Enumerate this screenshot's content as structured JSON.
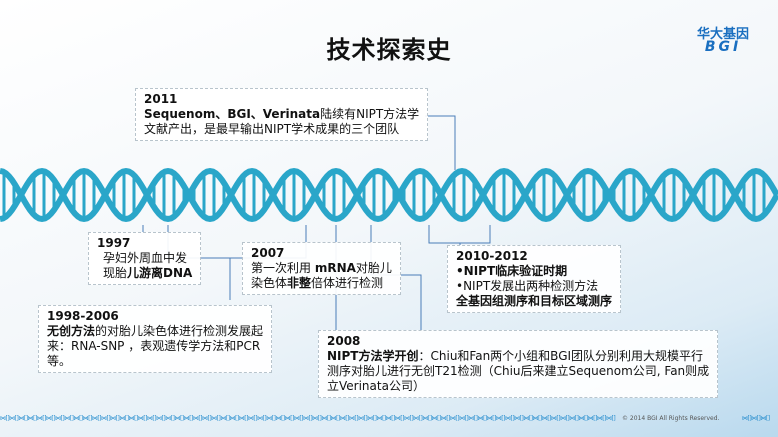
{
  "title": "技术探索史",
  "logo": {
    "cn": "华大基因",
    "en": "BGI"
  },
  "colors": {
    "dna": "#2aa6c9",
    "line": "#4a7db8"
  },
  "events": {
    "e2011": {
      "year": "2011",
      "l1b": "Sequenom、BGI、Verinata",
      "l1": "陆续有NIPT方法学",
      "l2": "文献产出，是最早输出NIPT学术成果的三个团队"
    },
    "e1997": {
      "year": "1997",
      "l1": "孕妇外周血中发",
      "l2a": "现胎",
      "l2b": "儿游离DNA"
    },
    "e2007": {
      "year": "2007",
      "l1a": "第一次利用 ",
      "l1b": "mRNA",
      "l1c": "对胎儿",
      "l2a": "染色体",
      "l2b": "非整",
      "l2c": "倍体进行检测"
    },
    "e1998": {
      "year": "1998-2006",
      "l1b": "无创方法",
      "l1": "的对胎儿染色体进行检测发展起",
      "l2": "来：RNA-SNP ，表观遗传学方法和PCR",
      "l3": "等。"
    },
    "e2010": {
      "year": "2010-2012",
      "l1": "•NIPT临床验证时期",
      "l2": "•NIPT发展出两种检测方法",
      "l3": "全基因组测序和目标区域测序"
    },
    "e2008": {
      "year": "2008",
      "l1b": "NIPT方法学开创",
      "l1": "：Chiu和Fan两个小组和BGI团队分别利用大规模平行",
      "l2": "测序对胎儿进行无创T21检测（Chiu后来建立Sequenom公司, Fan则成",
      "l3": "立Verinata公司）"
    }
  },
  "footer": {
    "copyright": "© 2014 BGI All Rights Reserved."
  }
}
